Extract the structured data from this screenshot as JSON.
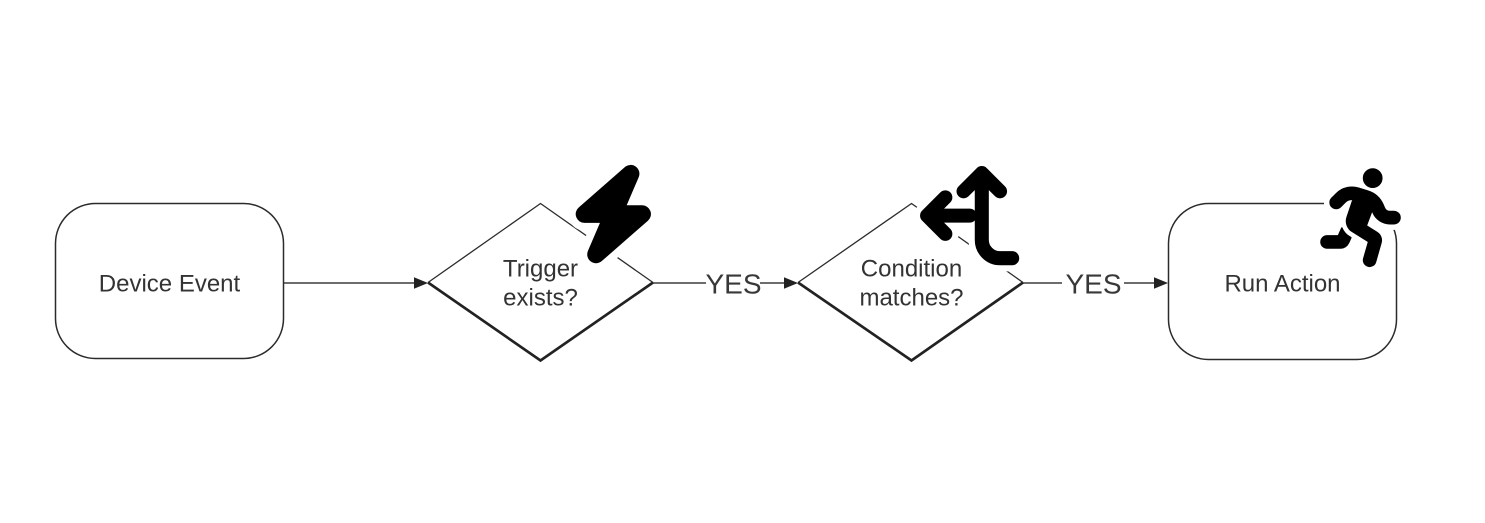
{
  "diagram": {
    "type": "flowchart",
    "direction": "left-to-right",
    "colors": {
      "background": "#ffffff",
      "shape_stroke": "#2b2b2b",
      "connector": "#3d3d3d",
      "text": "#333333",
      "icon": "#000000"
    },
    "nodes": {
      "device_event": {
        "shape": "rounded-rectangle",
        "label": "Device Event"
      },
      "trigger_exists": {
        "shape": "diamond",
        "label": "Trigger exists?",
        "line1": "Trigger",
        "line2": "exists?",
        "icon": "lightning-bolt"
      },
      "condition_matches": {
        "shape": "diamond",
        "label": "Condition matches?",
        "line1": "Condition",
        "line2": "matches?",
        "icon": "split-arrows"
      },
      "run_action": {
        "shape": "rounded-rectangle",
        "label": "Run Action",
        "icon": "person-running"
      }
    },
    "edges": {
      "event_to_trigger": {
        "from": "device_event",
        "to": "trigger_exists",
        "label": ""
      },
      "trigger_to_condition": {
        "from": "trigger_exists",
        "to": "condition_matches",
        "label": "YES"
      },
      "condition_to_action": {
        "from": "condition_matches",
        "to": "run_action",
        "label": "YES"
      }
    }
  }
}
